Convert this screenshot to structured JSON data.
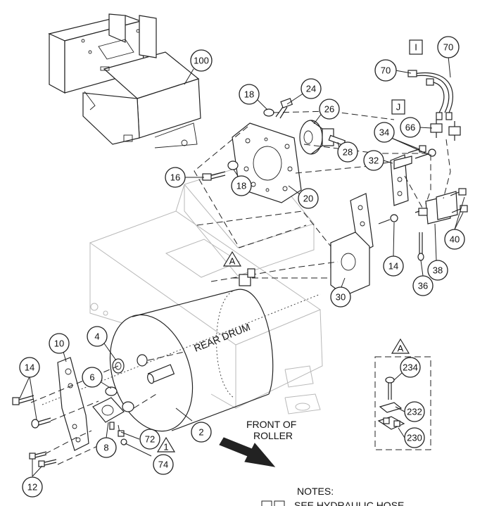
{
  "callouts": {
    "c100": "100",
    "c18a": "18",
    "c24": "24",
    "c26": "26",
    "c28": "28",
    "c16": "16",
    "c18b": "18",
    "c20": "20",
    "c70a": "70",
    "c70b": "70",
    "c66": "66",
    "c34": "34",
    "c32": "32",
    "c40": "40",
    "c38": "38",
    "c36": "36",
    "c14a": "14",
    "c30": "30",
    "c10": "10",
    "c4": "4",
    "c14b": "14",
    "c6": "6",
    "c72": "72",
    "c8": "8",
    "c74": "74",
    "c2": "2",
    "c12": "12",
    "c234": "234",
    "c232": "232",
    "c230": "230"
  },
  "flags": {
    "i": "I",
    "j": "J"
  },
  "triangles": {
    "a_main": "A",
    "a_detail": "A",
    "note1": "1"
  },
  "labels": {
    "rear_drum": "REAR DRUM",
    "front_line1": "FRONT OF",
    "front_line2": "ROLLER",
    "notes": "NOTES:",
    "note_text": "SEE HYDRAULIC HOSE"
  }
}
